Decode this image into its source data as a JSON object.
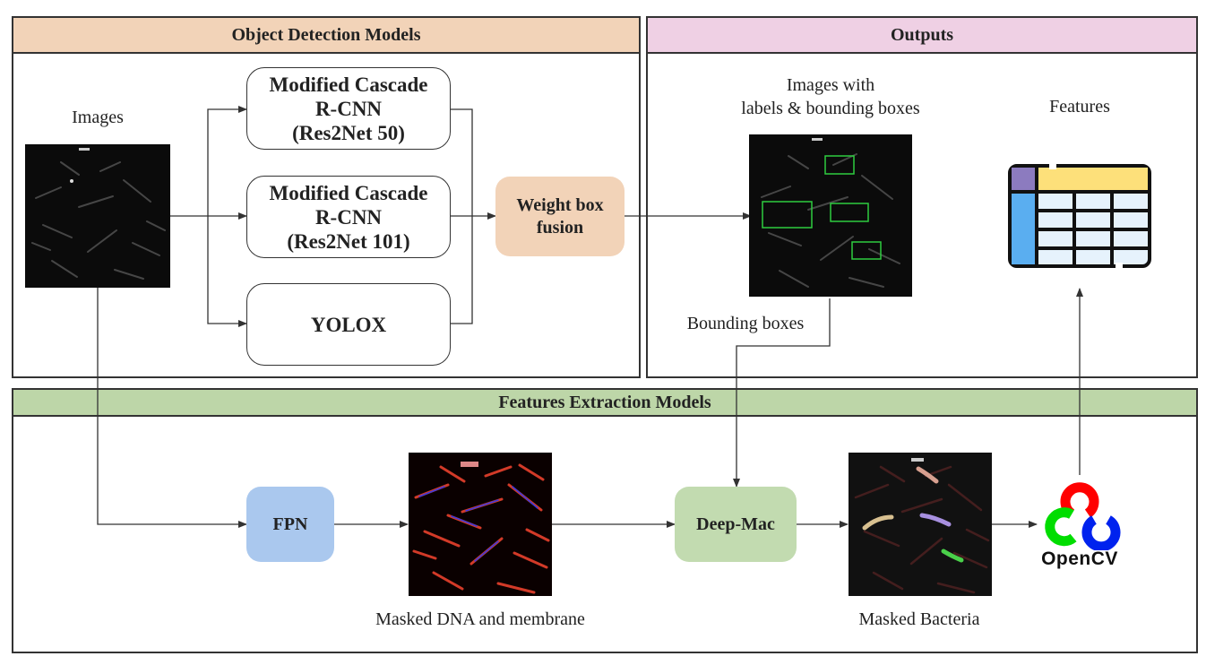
{
  "panels": {
    "object_detection": {
      "title": "Object Detection Models",
      "color": "#f2d3b8"
    },
    "outputs": {
      "title": "Outputs",
      "color": "#efd0e4"
    },
    "features_extraction": {
      "title": "Features Extraction Models",
      "color": "#bdd6a8"
    }
  },
  "object_detection": {
    "images_label": "Images",
    "models": [
      {
        "label": "Modified Cascade\nR-CNN\n(Res2Net 50)"
      },
      {
        "label": "Modified Cascade\nR-CNN\n(Res2Net 101)"
      },
      {
        "label": "YOLOX"
      }
    ],
    "fusion": {
      "label": "Weight box\nfusion",
      "color": "#f2d3b8"
    }
  },
  "outputs": {
    "labeled_images_label": "Images with\nlabels & bounding boxes",
    "features_label": "Features",
    "bounding_boxes_label": "Bounding boxes",
    "box_color": "#2ecc40"
  },
  "features_extraction": {
    "fpn": {
      "label": "FPN",
      "color": "#aac8ee"
    },
    "masked_dna_label": "Masked DNA and membrane",
    "deepmac": {
      "label": "Deep-Mac",
      "color": "#c2dbb0"
    },
    "masked_bacteria_label": "Masked Bacteria",
    "opencv": {
      "label": "OpenCV",
      "colors": [
        "#ff0000",
        "#00dd00",
        "#0022ee"
      ]
    }
  },
  "icons": [
    "image-thumbnail-icon",
    "table-icon",
    "opencv-logo-icon"
  ]
}
